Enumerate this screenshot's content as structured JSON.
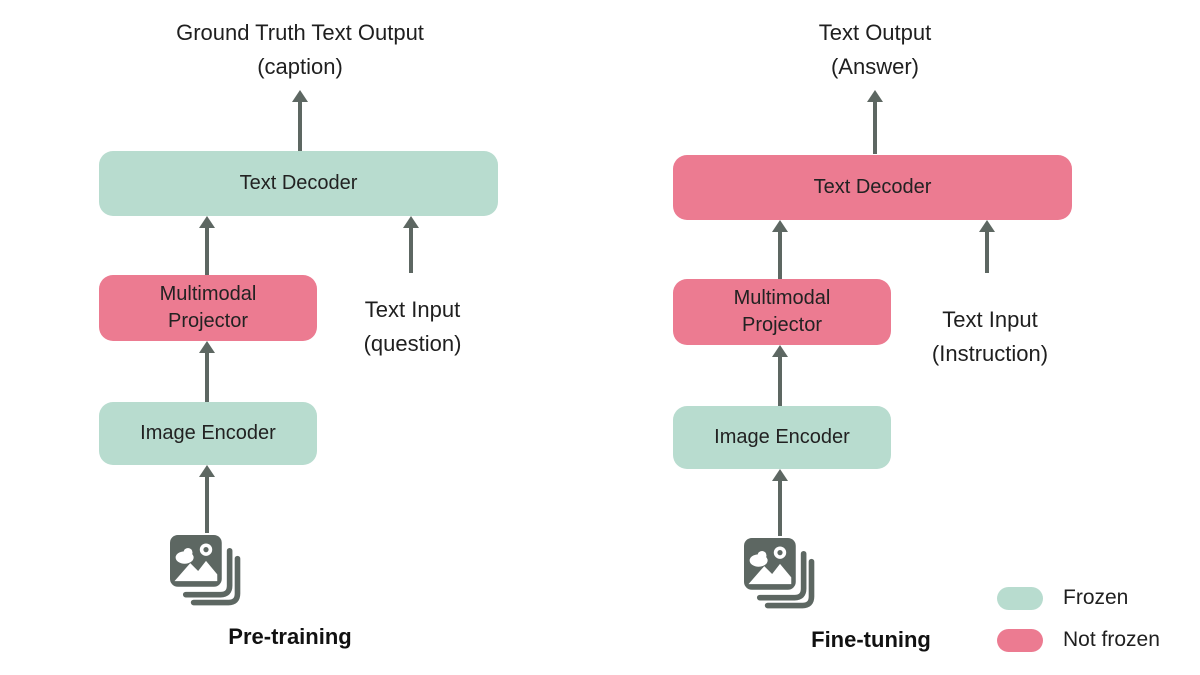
{
  "colors": {
    "frozen": "#b8dccf",
    "not_frozen": "#ec7b91",
    "arrow": "#5d6762",
    "icon": "#5d6762",
    "text": "#1f1f1f",
    "background": "#ffffff"
  },
  "panels": [
    {
      "name": "pre-training",
      "output_label": {
        "line1": "Ground Truth Text Output",
        "line2": "(caption)"
      },
      "text_input": {
        "line1": "Text Input",
        "line2": "(question)"
      },
      "blocks": {
        "text_decoder": {
          "label": "Text Decoder",
          "state": "frozen"
        },
        "multimodal_projector": {
          "label": "Multimodal Projector",
          "state": "not_frozen"
        },
        "image_encoder": {
          "label": "Image Encoder",
          "state": "frozen"
        }
      },
      "input_icon": "image-stack-icon",
      "caption": "Pre-training"
    },
    {
      "name": "fine-tuning",
      "output_label": {
        "line1": "Text Output",
        "line2": "(Answer)"
      },
      "text_input": {
        "line1": "Text Input",
        "line2": "(Instruction)"
      },
      "blocks": {
        "text_decoder": {
          "label": "Text Decoder",
          "state": "not_frozen"
        },
        "multimodal_projector": {
          "label": "Multimodal Projector",
          "state": "not_frozen"
        },
        "image_encoder": {
          "label": "Image Encoder",
          "state": "frozen"
        }
      },
      "input_icon": "image-stack-icon",
      "caption": "Fine-tuning"
    }
  ],
  "legend": {
    "items": [
      {
        "label": "Frozen",
        "color": "frozen"
      },
      {
        "label": "Not frozen",
        "color": "not_frozen"
      }
    ]
  }
}
